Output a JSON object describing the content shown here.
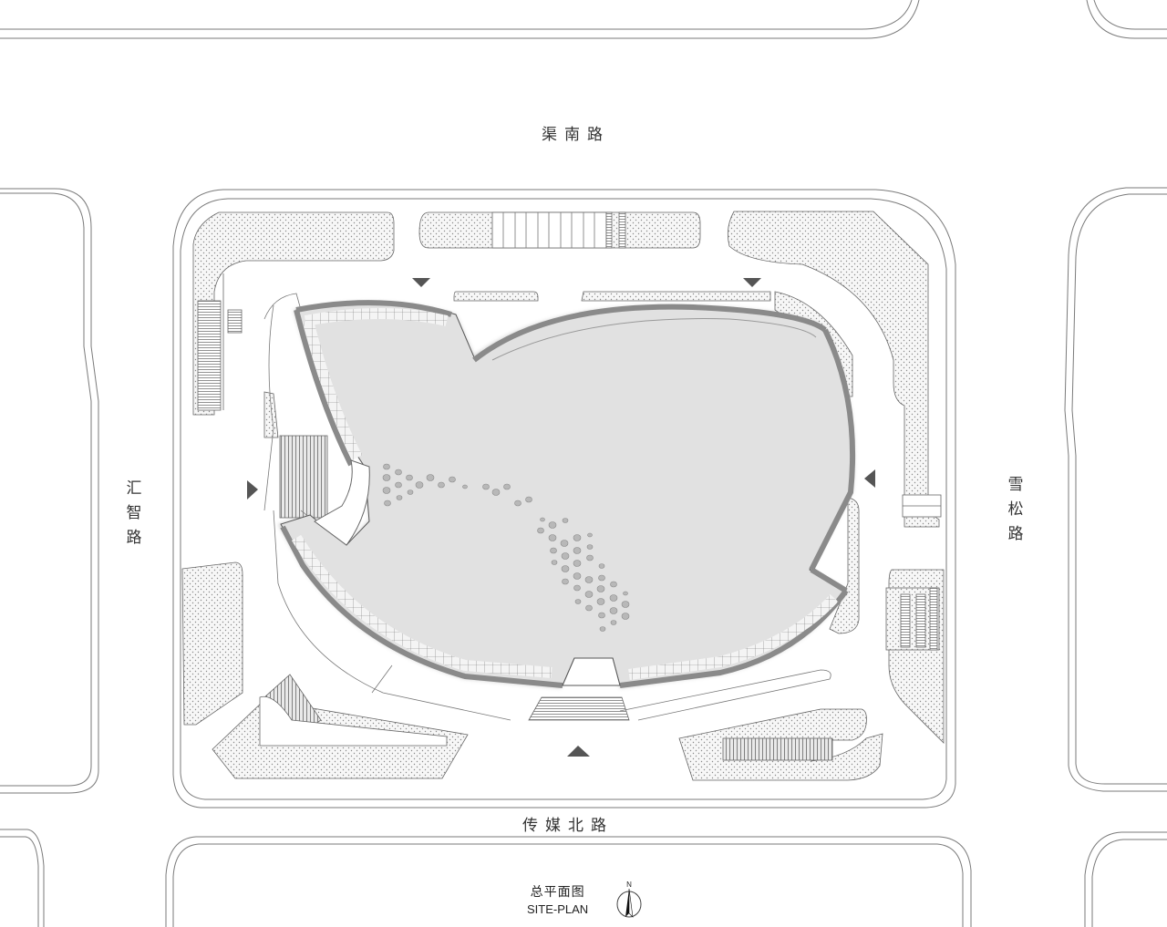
{
  "drawing": {
    "type": "architectural site plan",
    "title_cn": "总平面图",
    "title_en": "SITE-PLAN",
    "north_label": "N"
  },
  "roads": {
    "north": "渠南路",
    "south": "传媒北路",
    "west": [
      "汇",
      "智",
      "路"
    ],
    "east": [
      "雪",
      "松",
      "路"
    ]
  },
  "entrances": [
    {
      "id": "north-west",
      "direction": "down"
    },
    {
      "id": "north-east",
      "direction": "down"
    },
    {
      "id": "west",
      "direction": "right"
    },
    {
      "id": "east",
      "direction": "left"
    },
    {
      "id": "south",
      "direction": "up"
    }
  ],
  "colors": {
    "line": "#6e6e6e",
    "building_fill": "#e1e1e1",
    "wall": "#8a8a8a",
    "arrow": "#555555",
    "stipple": "#9a9a9a",
    "background": "#ffffff"
  }
}
